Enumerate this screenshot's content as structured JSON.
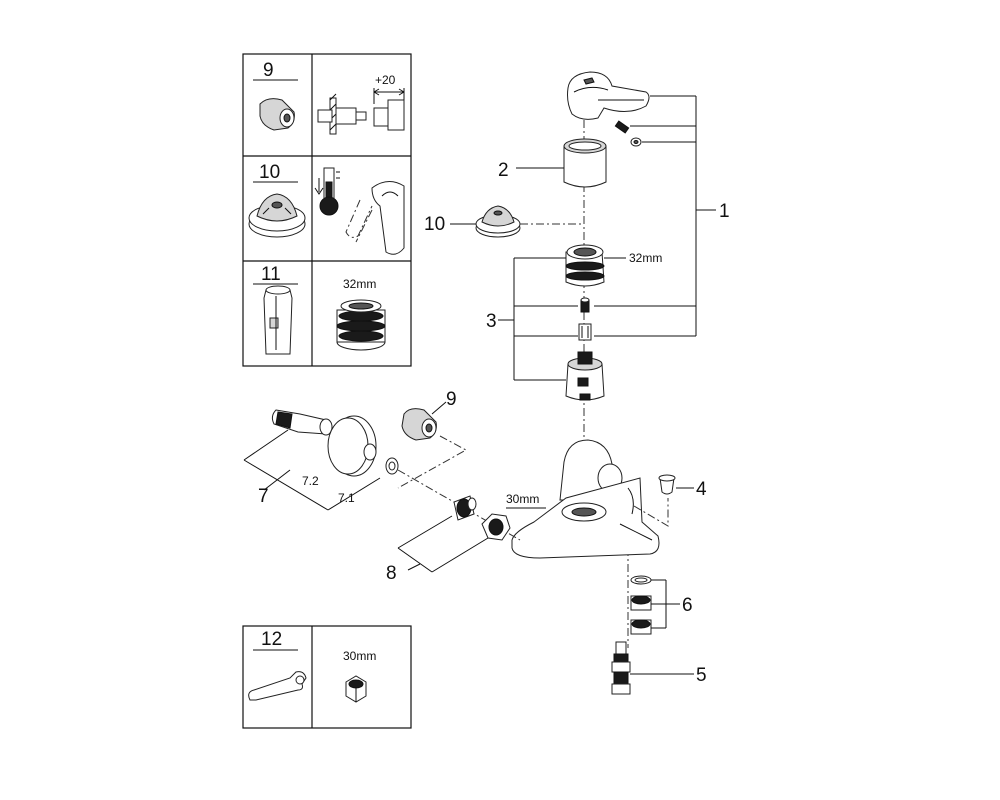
{
  "callouts": {
    "c1": "1",
    "c2": "2",
    "c3": "3",
    "c4": "4",
    "c5": "5",
    "c6": "6",
    "c7": "7",
    "c7_1": "7.1",
    "c7_2": "7.2",
    "c8": "8",
    "c9": "9",
    "c10": "10"
  },
  "dimensions": {
    "cartridge_32mm": "32mm",
    "nut_30mm": "30mm"
  },
  "reference_table": {
    "rows": [
      {
        "number": "9",
        "note": "+20"
      },
      {
        "number": "10"
      },
      {
        "number": "11",
        "note": "32mm"
      }
    ]
  },
  "tool_box": {
    "number": "12",
    "note": "30mm"
  }
}
